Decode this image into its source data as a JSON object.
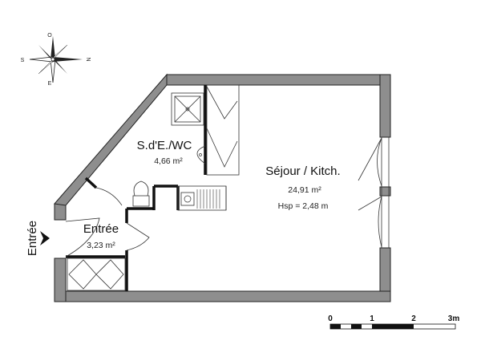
{
  "compass": {
    "north": "N",
    "south": "S",
    "east": "E",
    "west": "O"
  },
  "rooms": {
    "bathroom": {
      "name": "S.d'E./WC",
      "area": "4,66 m²"
    },
    "living": {
      "name": "Séjour / Kitch.",
      "area": "24,91 m²",
      "height": "Hsp = 2,48 m"
    },
    "hall": {
      "name": "Entrée",
      "area": "3,23 m²"
    }
  },
  "entrance_label": "Entrée",
  "scale": {
    "ticks": [
      "0",
      "1",
      "2",
      "3m"
    ]
  },
  "colors": {
    "wall_fill": "#8e8e8e",
    "line": "#111111"
  }
}
